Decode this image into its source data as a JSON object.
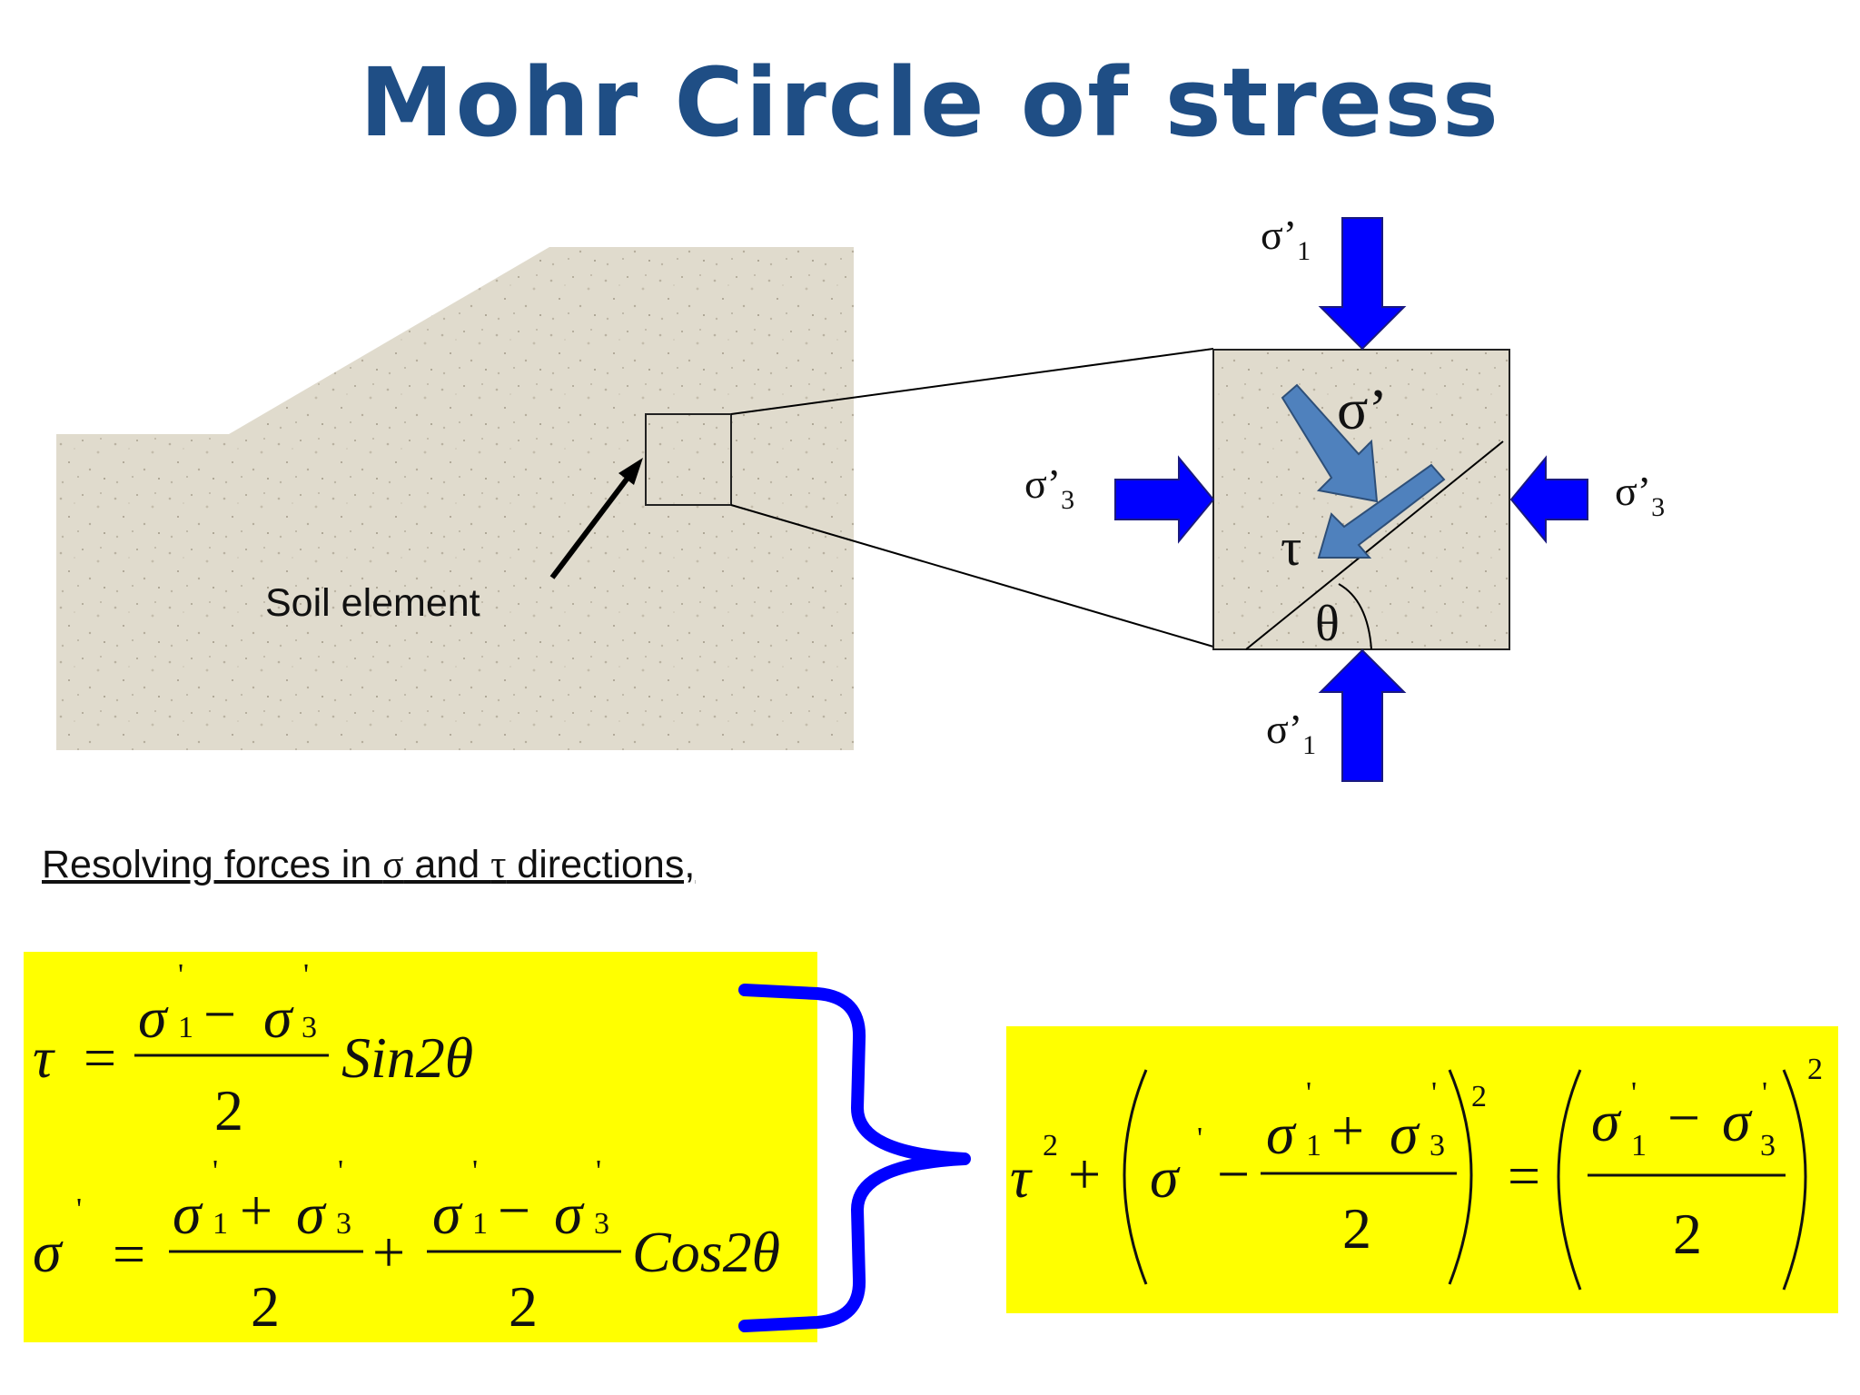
{
  "title": "Mohr Circle of stress",
  "soil_label": "Soil element",
  "resolve": {
    "prefix": "Resolving forces in ",
    "sigma": "σ",
    "middle": " and ",
    "tau": "τ",
    "suffix": " directions,"
  },
  "element_labels": {
    "sigma1_top": "σ’",
    "sigma1_top_sub": "1",
    "sigma1_bottom": "σ’",
    "sigma1_bottom_sub": "1",
    "sigma3_left": "σ’",
    "sigma3_left_sub": "3",
    "sigma3_right": "σ’",
    "sigma3_right_sub": "3",
    "sigma_normal": "σ’",
    "tau": "τ",
    "theta": "θ"
  },
  "equations": {
    "tau_eq": {
      "lhs": "τ",
      "equals": "=",
      "num_a": "σ",
      "num_a_sub": "1",
      "minus": "−",
      "num_b": "σ",
      "num_b_sub": "3",
      "prime": "'",
      "den": "2",
      "trig": "Sin2θ"
    },
    "sigma_eq": {
      "lhs": "σ",
      "lhs_prime": "'",
      "equals": "=",
      "num_a": "σ",
      "num_a_sub": "1",
      "plus": "+",
      "num_b": "σ",
      "num_b_sub": "3",
      "den": "2",
      "plus_mid": "+",
      "num_c": "σ",
      "num_c_sub": "1",
      "minus": "−",
      "num_d": "σ",
      "num_d_sub": "3",
      "den2": "2",
      "trig": "Cos2θ"
    },
    "circle_eq": {
      "tau": "τ",
      "sq": "2",
      "plus": "+",
      "sigma": "σ",
      "prime": "'",
      "minus": "−",
      "num_a": "σ",
      "num_a_sub": "1",
      "num_plus": "+",
      "num_b": "σ",
      "num_b_sub": "3",
      "den": "2",
      "equals": "=",
      "r_num_a": "σ",
      "r_num_a_sub": "1",
      "r_minus": "−",
      "r_num_b": "σ",
      "r_num_b_sub": "3",
      "r_den": "2",
      "r_sq": "2"
    }
  },
  "colors": {
    "title": "#1f4e85",
    "soil": "#e0dbcd",
    "arrow_blue": "#0000ff",
    "arrow_light": "#4f81bd",
    "highlight": "#ffff00"
  }
}
